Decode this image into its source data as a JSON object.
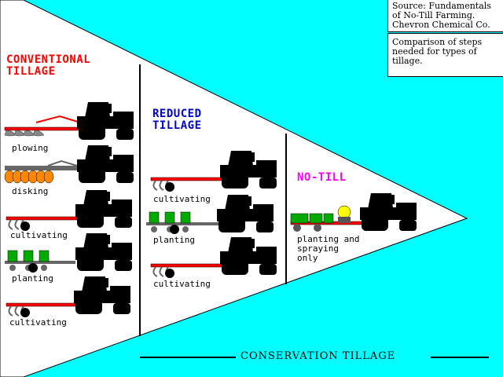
{
  "source_box": {
    "lines": [
      "Source: Fundamentals",
      "of No-Till Farming.",
      "Chevron Chemical Co."
    ]
  },
  "caption_box": {
    "lines": [
      "Comparison of steps",
      "needed for types of",
      "tillage."
    ]
  },
  "sections": {
    "conventional": {
      "title_lines": [
        "CONVENTIONAL",
        "TILLAGE"
      ],
      "color": "#ff0000"
    },
    "reduced": {
      "title_lines": [
        "REDUCED",
        "TILLAGE"
      ],
      "color": "#0000cc"
    },
    "notill": {
      "title": "NO-TILL",
      "color": "#ff00ff"
    }
  },
  "labels": {
    "plowing": "plowing",
    "disking": "disking",
    "cultivating": "cultivating",
    "planting": "planting",
    "planting_spraying": [
      "planting and",
      "spraying",
      "only"
    ]
  },
  "bottom_title": "CONSERVATION TILLAGE",
  "colors": {
    "background": "#00ffff",
    "tractor": "#000000",
    "implement": "#ff0000",
    "planter": "#00aa00",
    "discs": "#ff8800",
    "tank": "#ffff00"
  }
}
